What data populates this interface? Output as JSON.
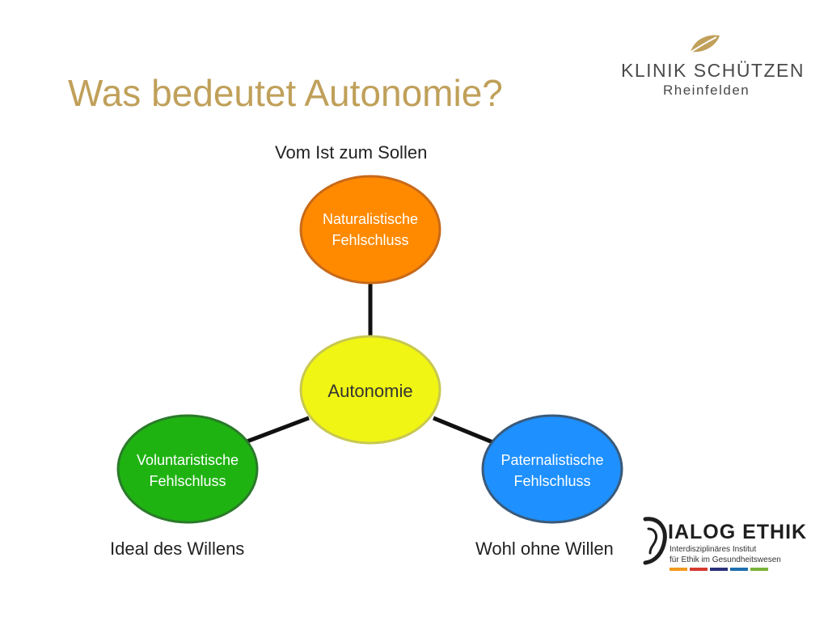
{
  "slide": {
    "title": "Was bedeutet Autonomie?"
  },
  "logo_top": {
    "brand": "KLINIK SCHÜTZEN",
    "location": "Rheinfelden",
    "leaf_icon": "leaf-icon",
    "color": "#c0a05a"
  },
  "diagram": {
    "center": {
      "label": "Autonomie",
      "fill": "#f0f514",
      "stroke": "#c8c850"
    },
    "nodes": [
      {
        "id": "top",
        "line1": "Naturalistische",
        "line2": "Fehlschluss",
        "fill": "#ff8a00",
        "stroke": "#c86a1a"
      },
      {
        "id": "left",
        "line1": "Voluntaristische",
        "line2": "Fehlschluss",
        "fill": "#1fb312",
        "stroke": "#2a7a2a"
      },
      {
        "id": "right",
        "line1": "Paternalistische",
        "line2": "Fehlschluss",
        "fill": "#1e90ff",
        "stroke": "#3a5a7a"
      }
    ],
    "captions": {
      "top": "Vom Ist zum Sollen",
      "left": "Ideal des Willens",
      "right": "Wohl ohne Willen"
    }
  },
  "logo_bottom": {
    "name": "IALOG ETHIK",
    "line1": "Interdisziplinäres Institut",
    "line2": "für Ethik im Gesundheitswesen",
    "mark_icon": "d-ear-icon",
    "bar_colors": [
      "#f29a1f",
      "#d43a2f",
      "#2a2f7a",
      "#1f6fb0",
      "#7bb33a"
    ]
  }
}
